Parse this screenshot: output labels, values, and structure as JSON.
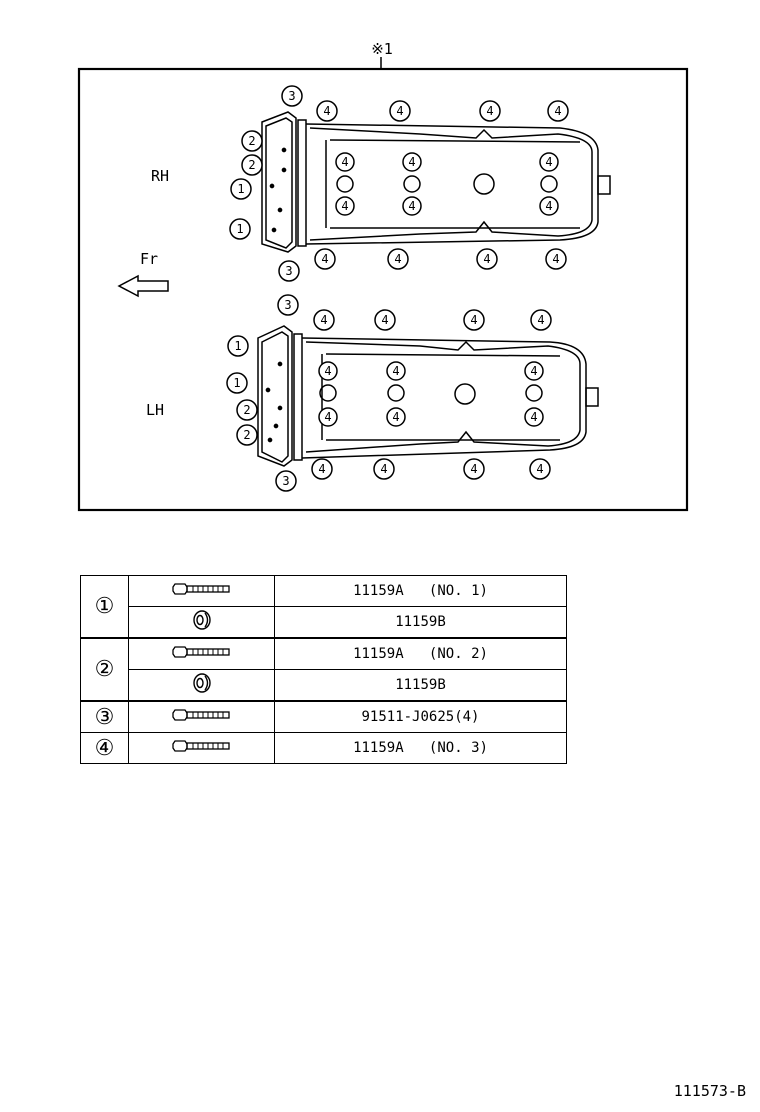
{
  "figure": {
    "frame_ref": "※1",
    "rh_label": "RH",
    "lh_label": "LH",
    "front_label": "Fr"
  },
  "callouts": {
    "c1": "1",
    "c2": "2",
    "c3": "3",
    "c4": "4"
  },
  "legend_rows": [
    {
      "key": "①",
      "icon": "bolt-icon",
      "part": "11159A   (NO. 1)"
    },
    {
      "key": "",
      "icon": "washer-icon",
      "part": "11159B"
    },
    {
      "key": "②",
      "icon": "bolt-icon",
      "part": "11159A   (NO. 2)"
    },
    {
      "key": "",
      "icon": "washer-icon",
      "part": "11159B"
    },
    {
      "key": "③",
      "icon": "bolt-icon",
      "part": "91511-J0625(4)"
    },
    {
      "key": "④",
      "icon": "bolt-icon",
      "part": "11159A   (NO. 3)"
    }
  ],
  "footer": {
    "code": "111573-B"
  }
}
